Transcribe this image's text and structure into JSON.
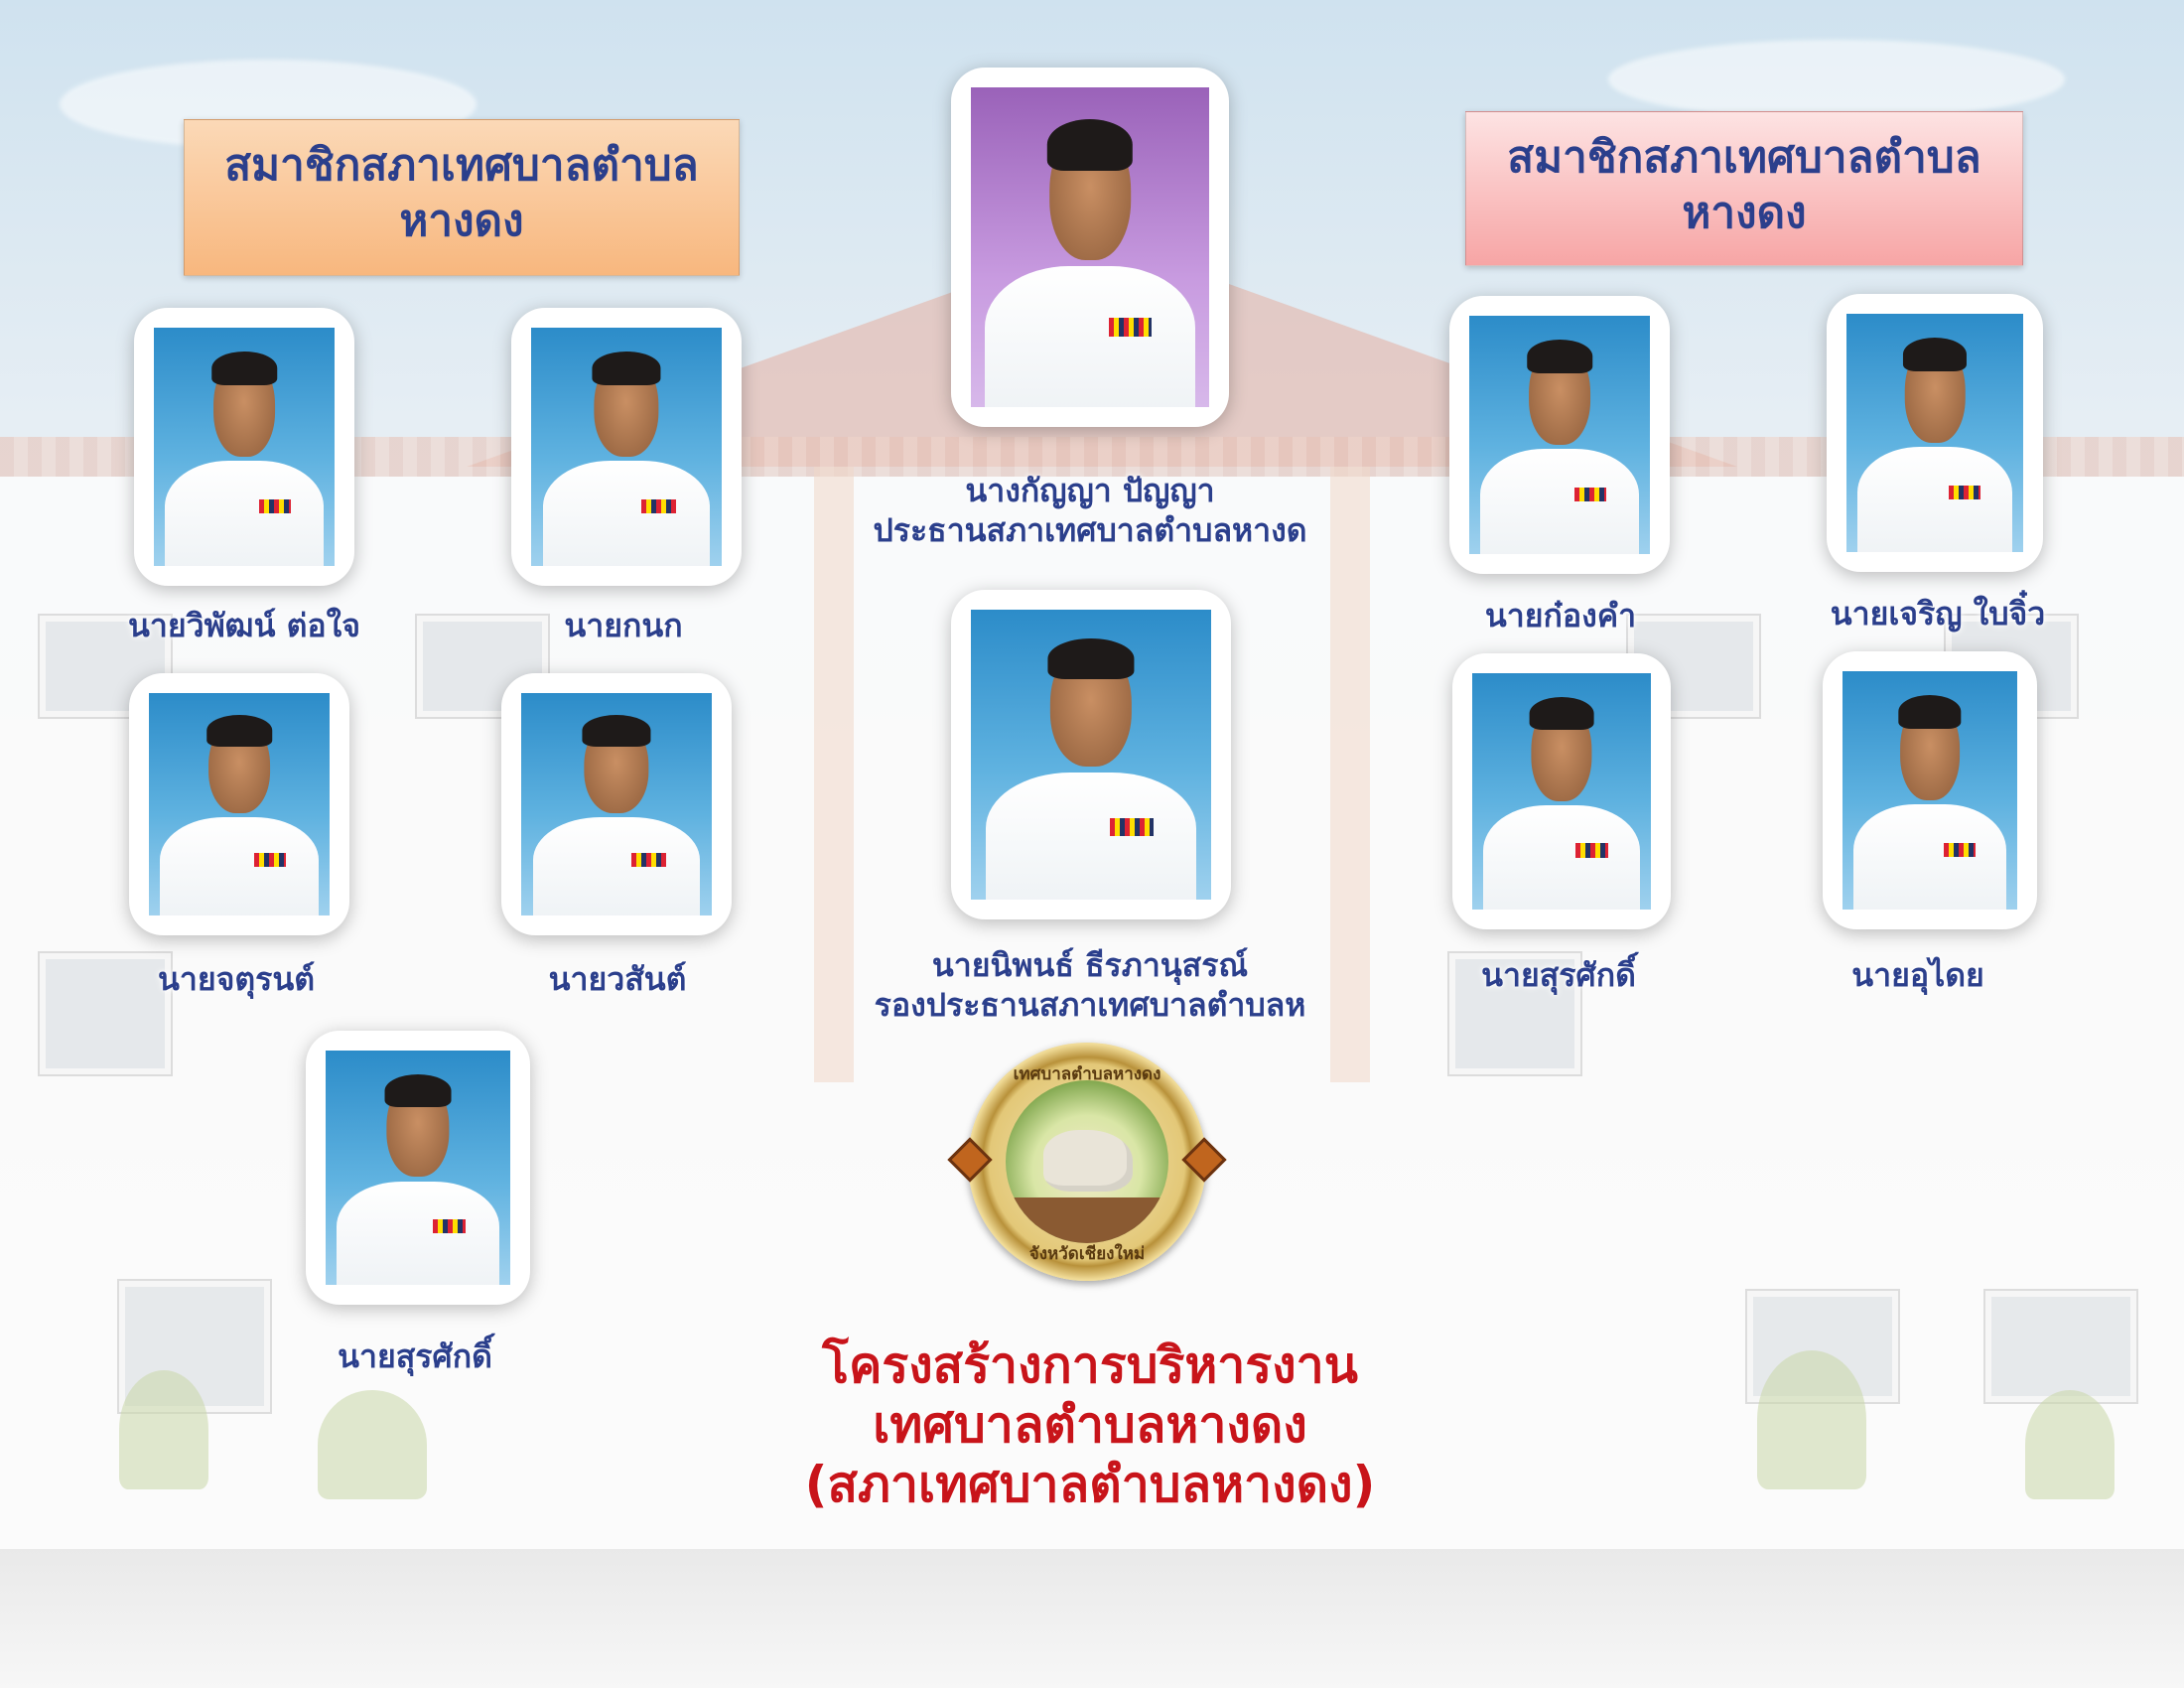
{
  "colors": {
    "name_text": "#2b3f8c",
    "title_red": "#c8141a",
    "header_left": "#f8b77e",
    "header_right": "#f7a5a5"
  },
  "headers": {
    "left": {
      "line1": "สมาชิกสภาเทศบาลตำบล",
      "line2": "หางดง"
    },
    "right": {
      "line1": "สมาชิกสภาเทศบาลตำบล",
      "line2": "หางดง"
    }
  },
  "president": {
    "name": "นางกัญญา  ปัญญา",
    "role": "ประธานสภาเทศบาลตำบลหางด"
  },
  "vice_president": {
    "name": "นายนิพนธ์  ธีรภานุสรณ์",
    "role": "รองประธานสภาเทศบาลตำบลห"
  },
  "members_left": [
    {
      "name": "นายวิพัฒน์  ต่อใจ"
    },
    {
      "name": "นายกนก"
    },
    {
      "name": "นายจตุรนต์"
    },
    {
      "name": "นายวสันต์"
    },
    {
      "name": "นายสุรศักดิ์"
    }
  ],
  "members_right": [
    {
      "name": "นายก๋องคำ"
    },
    {
      "name": "นายเจริญ  ใบจิ๋ว"
    },
    {
      "name": "นายสุรศักดิ์"
    },
    {
      "name": "นายอุไดย"
    }
  ],
  "seal": {
    "top_text": "เทศบาลตำบลหางดง",
    "bottom_text": "จังหวัดเชียงใหม่"
  },
  "title": {
    "line1": "โครงสร้างการบริหารงาน",
    "line2": "เทศบาลตำบลหางดง",
    "line3": "(สภาเทศบาลตำบลหางดง)"
  }
}
